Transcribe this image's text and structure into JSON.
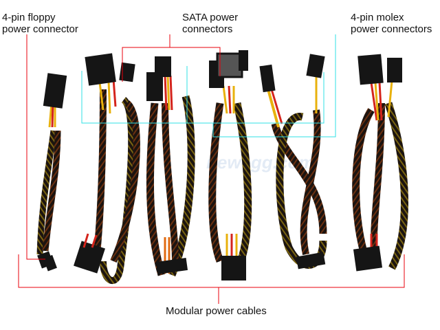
{
  "labels": {
    "floppy": {
      "line1": "4-pin floppy",
      "line2": "power connector"
    },
    "sata": {
      "line1": "SATA power",
      "line2": "connectors"
    },
    "molex": {
      "line1": "4-pin molex",
      "line2": "power connectors"
    },
    "modular": "Modular power cables"
  },
  "watermark": "newegg.com",
  "colors": {
    "callout_red": "#e8000b",
    "callout_cyan": "#2fe0e6",
    "cable_sleeve": "#1c1410",
    "wire_red": "#d4241c",
    "wire_yellow": "#e8b10c",
    "connector": "#151515"
  }
}
